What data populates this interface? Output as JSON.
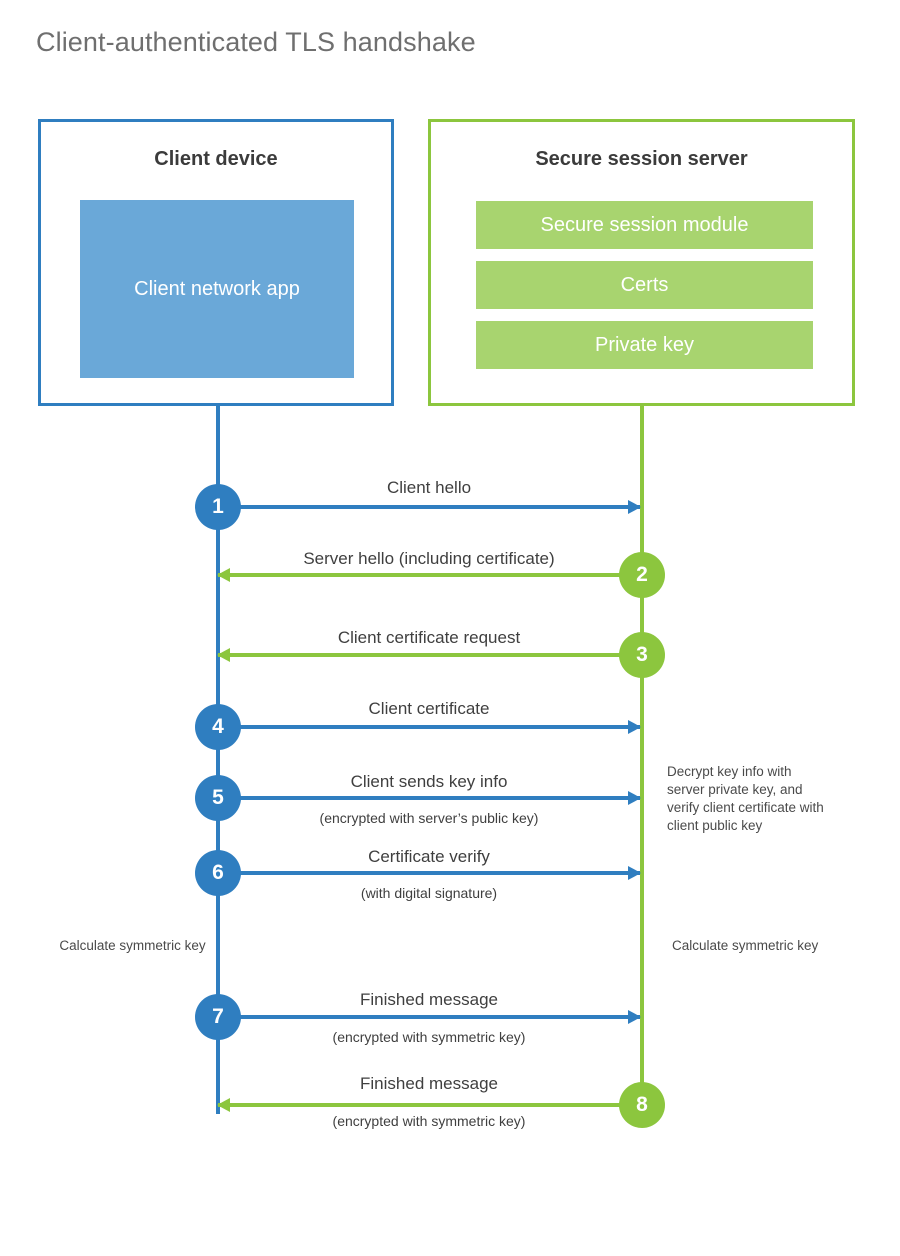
{
  "title": "Client-authenticated TLS handshake",
  "colors": {
    "client_accent": "#2f7ec0",
    "client_fill": "#6aa8d8",
    "server_accent": "#8cc63e",
    "server_fill": "#a8d46f",
    "title_text": "#6f6f6f",
    "body_text": "#3f3f3f"
  },
  "client": {
    "title": "Client device",
    "app_label": "Client network app"
  },
  "server": {
    "title": "Secure session server",
    "bars": [
      {
        "label": "Secure session module"
      },
      {
        "label": "Certs"
      },
      {
        "label": "Private key"
      }
    ]
  },
  "steps": [
    {
      "number": "1",
      "label": "Client hello",
      "sublabel": "",
      "direction": "client-to-server",
      "origin": "client"
    },
    {
      "number": "2",
      "label": "Server hello (including certificate)",
      "sublabel": "",
      "direction": "server-to-client",
      "origin": "server"
    },
    {
      "number": "3",
      "label": "Client certificate request",
      "sublabel": "",
      "direction": "server-to-client",
      "origin": "server"
    },
    {
      "number": "4",
      "label": "Client certificate",
      "sublabel": "",
      "direction": "client-to-server",
      "origin": "client"
    },
    {
      "number": "5",
      "label": "Client sends key info",
      "sublabel": "(encrypted with server’s public key)",
      "direction": "client-to-server",
      "origin": "client"
    },
    {
      "number": "6",
      "label": "Certificate verify",
      "sublabel": "(with digital signature)",
      "direction": "client-to-server",
      "origin": "client"
    },
    {
      "number": "7",
      "label": "Finished message",
      "sublabel": "(encrypted with symmetric key)",
      "direction": "client-to-server",
      "origin": "client"
    },
    {
      "number": "8",
      "label": "Finished message",
      "sublabel": "(encrypted with symmetric key)",
      "direction": "server-to-client",
      "origin": "server"
    }
  ],
  "notes": {
    "server_decrypt": "Decrypt key info with server private key, and verify client certificate with client public key",
    "client_calculate": "Calculate symmetric key",
    "server_calculate": "Calculate symmetric key"
  }
}
